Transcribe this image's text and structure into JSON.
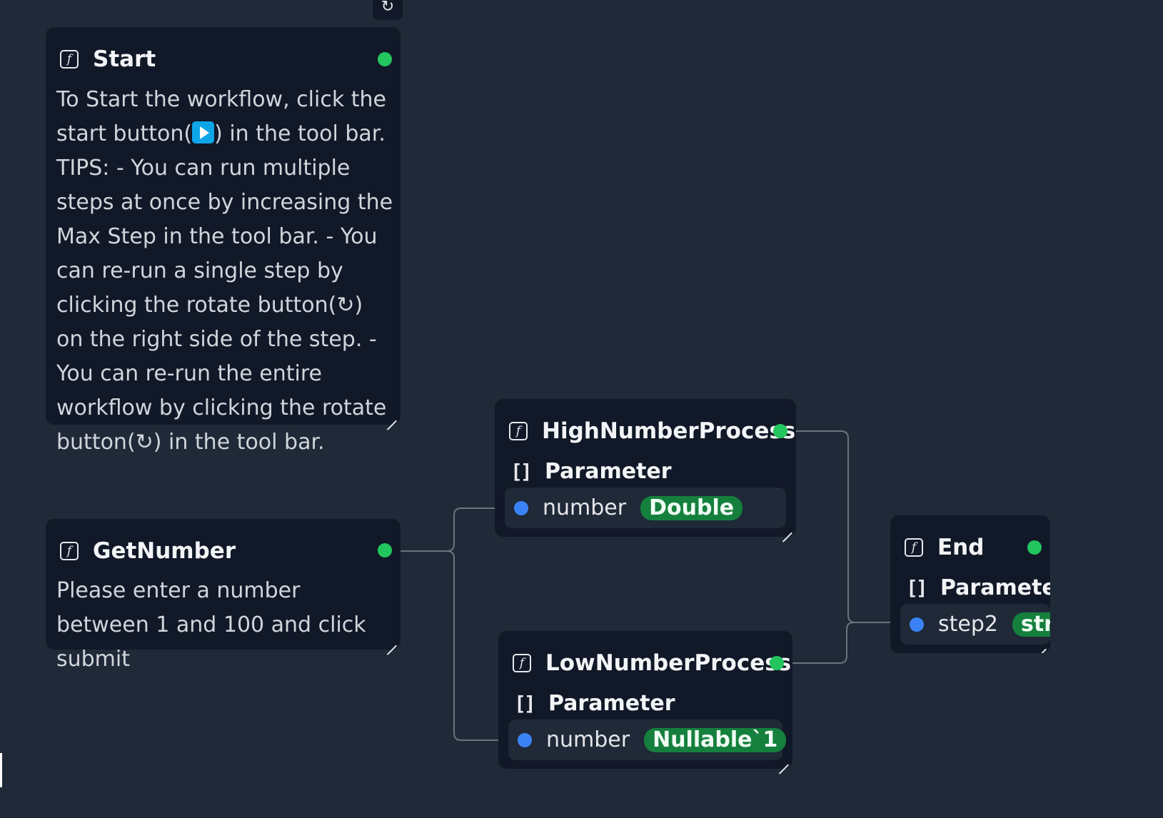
{
  "toolbar": {
    "rerun_icon": "rotate-icon",
    "rerun_glyph": "↻"
  },
  "nodes": {
    "start": {
      "title": "Start",
      "icon": "function-icon",
      "status_color": "#22c55e",
      "desc_part1": "To Start the workflow, click the start button(",
      "desc_part2": ") in the tool bar. TIPS: - You can run multiple steps at once by increasing the Max Step in the tool bar. - You can re-run a single step by clicking the rotate button(↻) on the right side of the step. - You can re-run the entire workflow by clicking the rotate button(↻) in the tool bar."
    },
    "get_number": {
      "title": "GetNumber",
      "icon": "function-icon",
      "status_color": "#22c55e",
      "desc": "Please enter a number between 1 and 100 and click submit"
    },
    "high": {
      "title": "HighNumberProcess",
      "icon": "function-icon",
      "status_color": "#22c55e",
      "param_label": "Parameter",
      "input_name": "number",
      "input_type": "Double"
    },
    "low": {
      "title": "LowNumberProcess",
      "icon": "function-icon",
      "status_color": "#22c55e",
      "param_label": "Parameter",
      "input_name": "number",
      "input_type": "Nullable`1"
    },
    "end": {
      "title": "End",
      "icon": "function-icon",
      "status_color": "#22c55e",
      "param_label": "Parameter",
      "input_name": "step2",
      "input_type": "str"
    }
  },
  "colors": {
    "background": "#1f2937",
    "node_bg": "#111827",
    "status_ok": "#22c55e",
    "port": "#3b82f6",
    "type_badge": "#15803d",
    "edge": "#6b7280"
  },
  "edges": [
    {
      "from": "GetNumber",
      "to": "HighNumberProcess.number"
    },
    {
      "from": "GetNumber",
      "to": "LowNumberProcess.number"
    },
    {
      "from": "HighNumberProcess",
      "to": "End.step2"
    },
    {
      "from": "LowNumberProcess",
      "to": "End.step2"
    }
  ]
}
